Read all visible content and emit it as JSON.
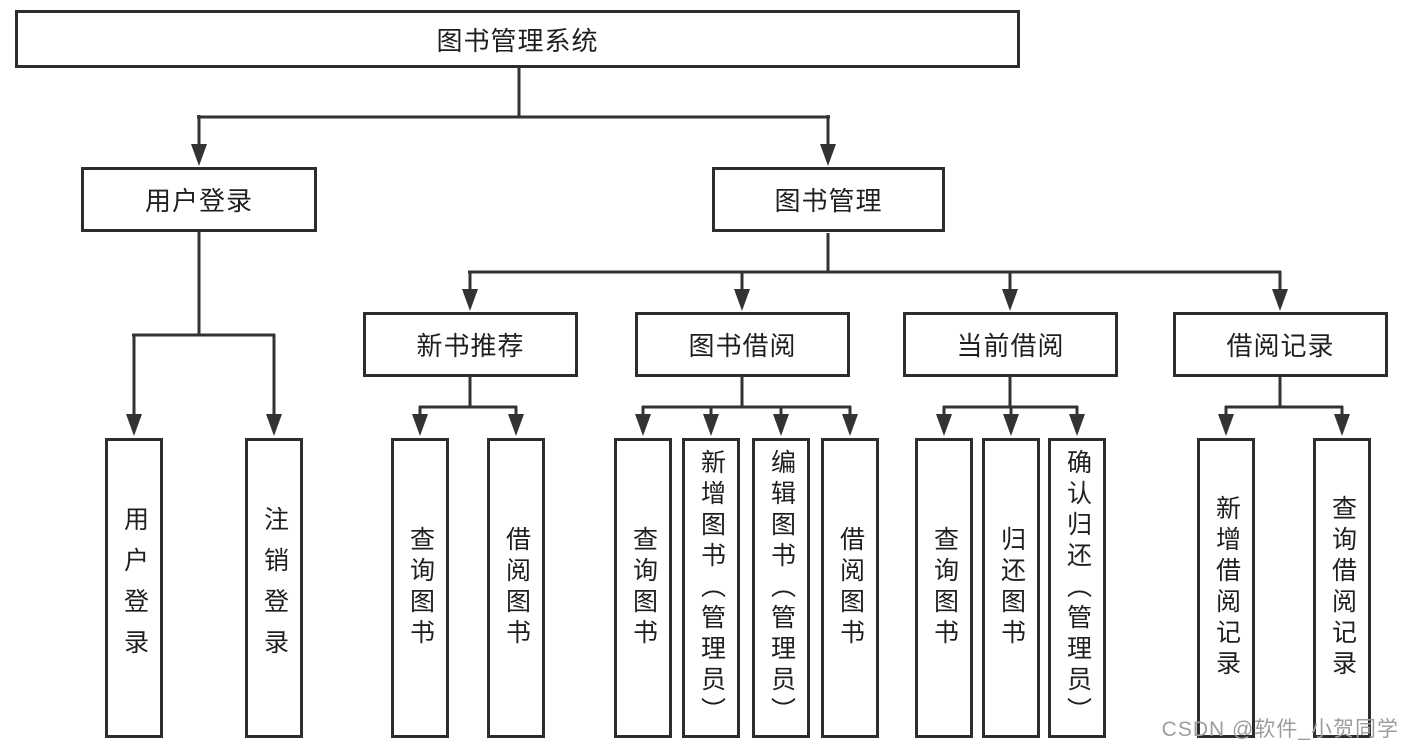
{
  "tree": {
    "root": {
      "label": "图书管理系统",
      "children": [
        {
          "label": "用户登录",
          "children": [
            {
              "label": "用户登录"
            },
            {
              "label": "注销登录"
            }
          ]
        },
        {
          "label": "图书管理",
          "children": [
            {
              "label": "新书推荐",
              "children": [
                {
                  "label": "查询图书"
                },
                {
                  "label": "借阅图书"
                }
              ]
            },
            {
              "label": "图书借阅",
              "children": [
                {
                  "label": "查询图书"
                },
                {
                  "label": "新增图书（管理员）"
                },
                {
                  "label": "编辑图书（管理员）"
                },
                {
                  "label": "借阅图书"
                }
              ]
            },
            {
              "label": "当前借阅",
              "children": [
                {
                  "label": "查询图书"
                },
                {
                  "label": "归还图书"
                },
                {
                  "label": "确认归还（管理员）"
                }
              ]
            },
            {
              "label": "借阅记录",
              "children": [
                {
                  "label": "新增借阅记录"
                },
                {
                  "label": "查询借阅记录"
                }
              ]
            }
          ]
        }
      ]
    }
  },
  "watermark": "CSDN @软件_小贺同学",
  "colors": {
    "line": "#333333",
    "box_border": "#2d2d2d",
    "text": "#1f1f1f",
    "watermark": "#9d9d9d",
    "background": "#ffffff"
  }
}
